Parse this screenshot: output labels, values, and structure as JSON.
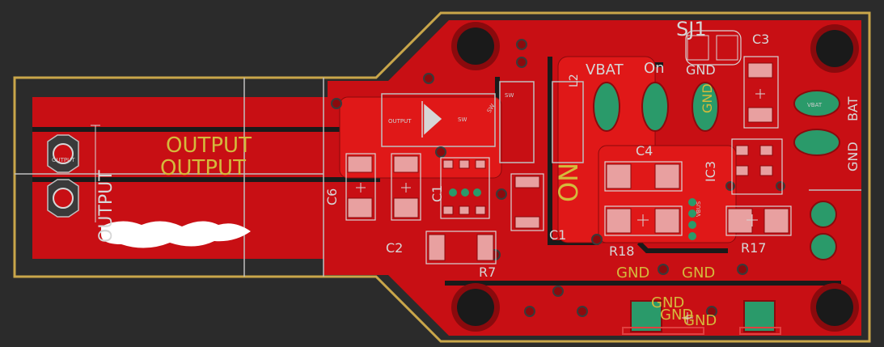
{
  "colors": {
    "background": "#2b2b2b",
    "copper": "#c80f14",
    "copper_dark": "#8a0a0d",
    "silkscreen_yellow": "#d4ba3c",
    "silkscreen_white": "#d6d6d6",
    "pad_green": "#2a9a6a",
    "outline": "#c9a64a"
  },
  "labels": {
    "output_main_1": "OUTPUT",
    "output_main_2": "OUTPUT",
    "output_vertical": "OUTPUT",
    "output_pad": "OUTPUT",
    "output_small": "OUTPUT",
    "vbat": "VBAT",
    "on_top": "On",
    "on_big": "ON",
    "gnd_top": "GND",
    "gnd_mid1": "GND",
    "gnd_mid2": "GND",
    "gnd_bot1": "GND",
    "gnd_bot2": "GND",
    "gnd_bot3": "GND",
    "gnd_vertical": "GND",
    "bat": "BAT",
    "vbat_small": "VBAT",
    "vbus": "VBUS",
    "sw1": "SW",
    "sw2": "SW",
    "sw3": "SW"
  },
  "designators": {
    "sj1": "SJ1",
    "c1_top": "C1",
    "c1_bottom": "C1",
    "c2": "C2",
    "c3": "C3",
    "c4": "C4",
    "c6": "C6",
    "ic3": "IC3",
    "l2": "L2",
    "r7": "R7",
    "r17": "R17",
    "r18": "R18"
  },
  "icons": {
    "mount_hole": "mounting-hole-icon",
    "via": "via-icon",
    "pad": "pad-icon"
  }
}
